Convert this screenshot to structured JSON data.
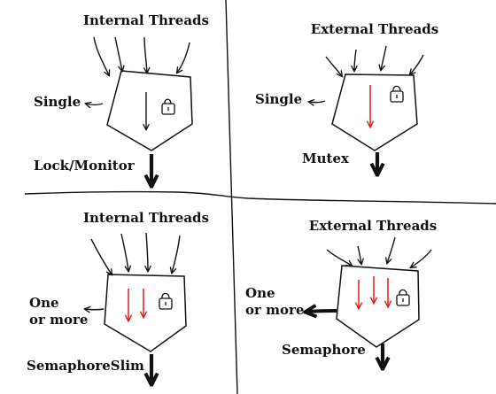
{
  "colors": {
    "ink": "#111111",
    "accent": "#e01b1b",
    "background": "#ffffff"
  },
  "panels": [
    {
      "heading": "Internal Threads",
      "scope_label": "Single",
      "primitive_label": "Lock/Monitor",
      "lock_icon": "padlock-icon"
    },
    {
      "heading": "External Threads",
      "scope_label": "Single",
      "primitive_label": "Mutex",
      "lock_icon": "padlock-icon"
    },
    {
      "heading": "Internal Threads",
      "scope_label_line1": "One",
      "scope_label_line2": "or more",
      "primitive_label": "SemaphoreSlim",
      "lock_icon": "padlock-icon"
    },
    {
      "heading": "External Threads",
      "scope_label_line1": "One",
      "scope_label_line2": "or more",
      "primitive_label": "Semaphore",
      "lock_icon": "padlock-icon"
    }
  ]
}
